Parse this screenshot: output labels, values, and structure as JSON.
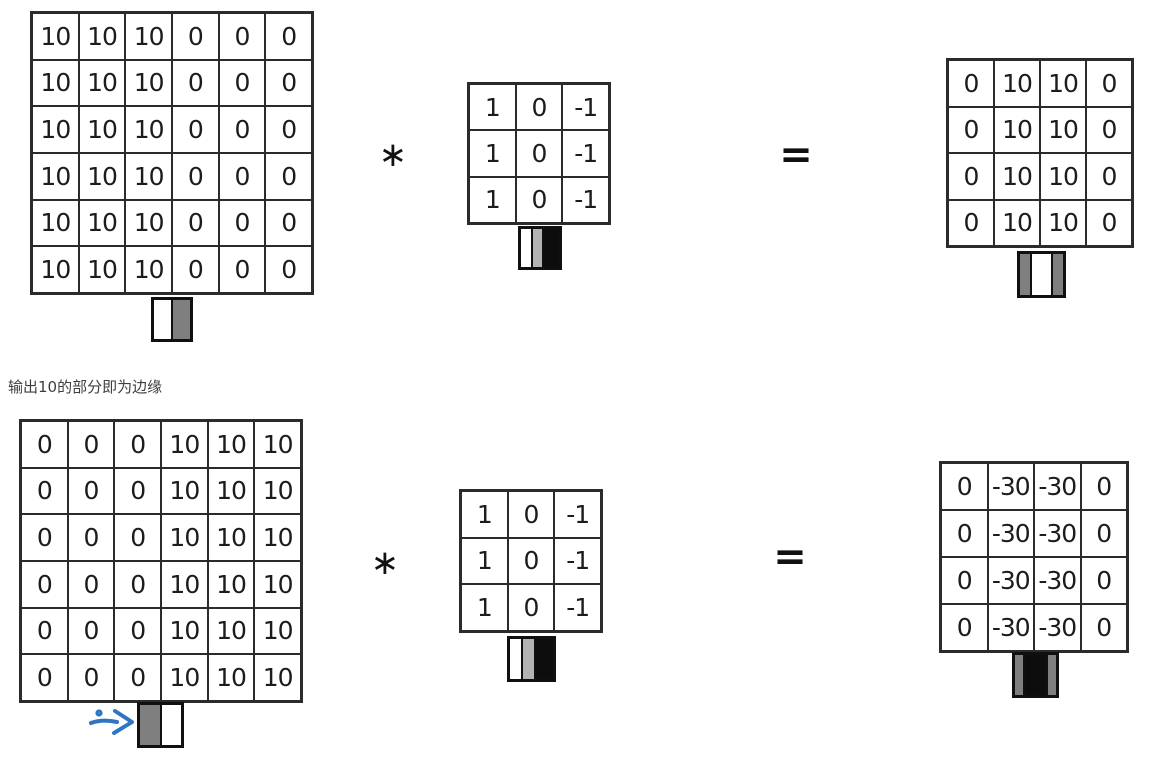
{
  "caption": "输出10的部分即为边缘",
  "operators": {
    "convolution": "∗",
    "equals": "="
  },
  "colors": {
    "grid_line": "#2b2b2b",
    "number_text": "#1c1c1c",
    "white": "#ffffff",
    "gray": "#7f7f7f",
    "light_gray": "#b3b3b3",
    "black": "#0d0d0d",
    "arrow_blue": "#2e75c4",
    "caption_text": "#3e3e3e"
  },
  "examples": [
    {
      "name": "vertical-edge-light-to-dark",
      "input": {
        "rows": 6,
        "cols": 6,
        "cells": [
          [
            "10",
            "10",
            "10",
            "0",
            "0",
            "0"
          ],
          [
            "10",
            "10",
            "10",
            "0",
            "0",
            "0"
          ],
          [
            "10",
            "10",
            "10",
            "0",
            "0",
            "0"
          ],
          [
            "10",
            "10",
            "10",
            "0",
            "0",
            "0"
          ],
          [
            "10",
            "10",
            "10",
            "0",
            "0",
            "0"
          ],
          [
            "10",
            "10",
            "10",
            "0",
            "0",
            "0"
          ]
        ]
      },
      "kernel": {
        "rows": 3,
        "cols": 3,
        "cells": [
          [
            "1",
            "0",
            "-1"
          ],
          [
            "1",
            "0",
            "-1"
          ],
          [
            "1",
            "0",
            "-1"
          ]
        ]
      },
      "output": {
        "rows": 4,
        "cols": 4,
        "cells": [
          [
            "0",
            "10",
            "10",
            "0"
          ],
          [
            "0",
            "10",
            "10",
            "0"
          ],
          [
            "0",
            "10",
            "10",
            "0"
          ],
          [
            "0",
            "10",
            "10",
            "0"
          ]
        ]
      },
      "input_thumb": [
        {
          "color": "#ffffff",
          "flex": 1
        },
        {
          "color": "#7f7f7f",
          "flex": 1
        }
      ],
      "kernel_thumb": [
        {
          "color": "#ffffff",
          "flex": 1
        },
        {
          "color": "#b3b3b3",
          "flex": 1
        },
        {
          "color": "#0d0d0d",
          "flex": 1.5
        }
      ],
      "output_thumb": [
        {
          "color": "#7f7f7f",
          "flex": 1
        },
        {
          "color": "#ffffff",
          "flex": 2
        },
        {
          "color": "#7f7f7f",
          "flex": 1
        }
      ]
    },
    {
      "name": "vertical-edge-dark-to-light",
      "input": {
        "rows": 6,
        "cols": 6,
        "cells": [
          [
            "0",
            "0",
            "0",
            "10",
            "10",
            "10"
          ],
          [
            "0",
            "0",
            "0",
            "10",
            "10",
            "10"
          ],
          [
            "0",
            "0",
            "0",
            "10",
            "10",
            "10"
          ],
          [
            "0",
            "0",
            "0",
            "10",
            "10",
            "10"
          ],
          [
            "0",
            "0",
            "0",
            "10",
            "10",
            "10"
          ],
          [
            "0",
            "0",
            "0",
            "10",
            "10",
            "10"
          ]
        ]
      },
      "kernel": {
        "rows": 3,
        "cols": 3,
        "cells": [
          [
            "1",
            "0",
            "-1"
          ],
          [
            "1",
            "0",
            "-1"
          ],
          [
            "1",
            "0",
            "-1"
          ]
        ]
      },
      "output": {
        "rows": 4,
        "cols": 4,
        "cells": [
          [
            "0",
            "-30",
            "-30",
            "0"
          ],
          [
            "0",
            "-30",
            "-30",
            "0"
          ],
          [
            "0",
            "-30",
            "-30",
            "0"
          ],
          [
            "0",
            "-30",
            "-30",
            "0"
          ]
        ]
      },
      "input_thumb": [
        {
          "color": "#7f7f7f",
          "flex": 1
        },
        {
          "color": "#ffffff",
          "flex": 1
        }
      ],
      "kernel_thumb": [
        {
          "color": "#ffffff",
          "flex": 1
        },
        {
          "color": "#b3b3b3",
          "flex": 1
        },
        {
          "color": "#0d0d0d",
          "flex": 1.5
        }
      ],
      "output_thumb": [
        {
          "color": "#7f7f7f",
          "flex": 1
        },
        {
          "color": "#0d0d0d",
          "flex": 2.6
        },
        {
          "color": "#7f7f7f",
          "flex": 1
        }
      ]
    }
  ]
}
